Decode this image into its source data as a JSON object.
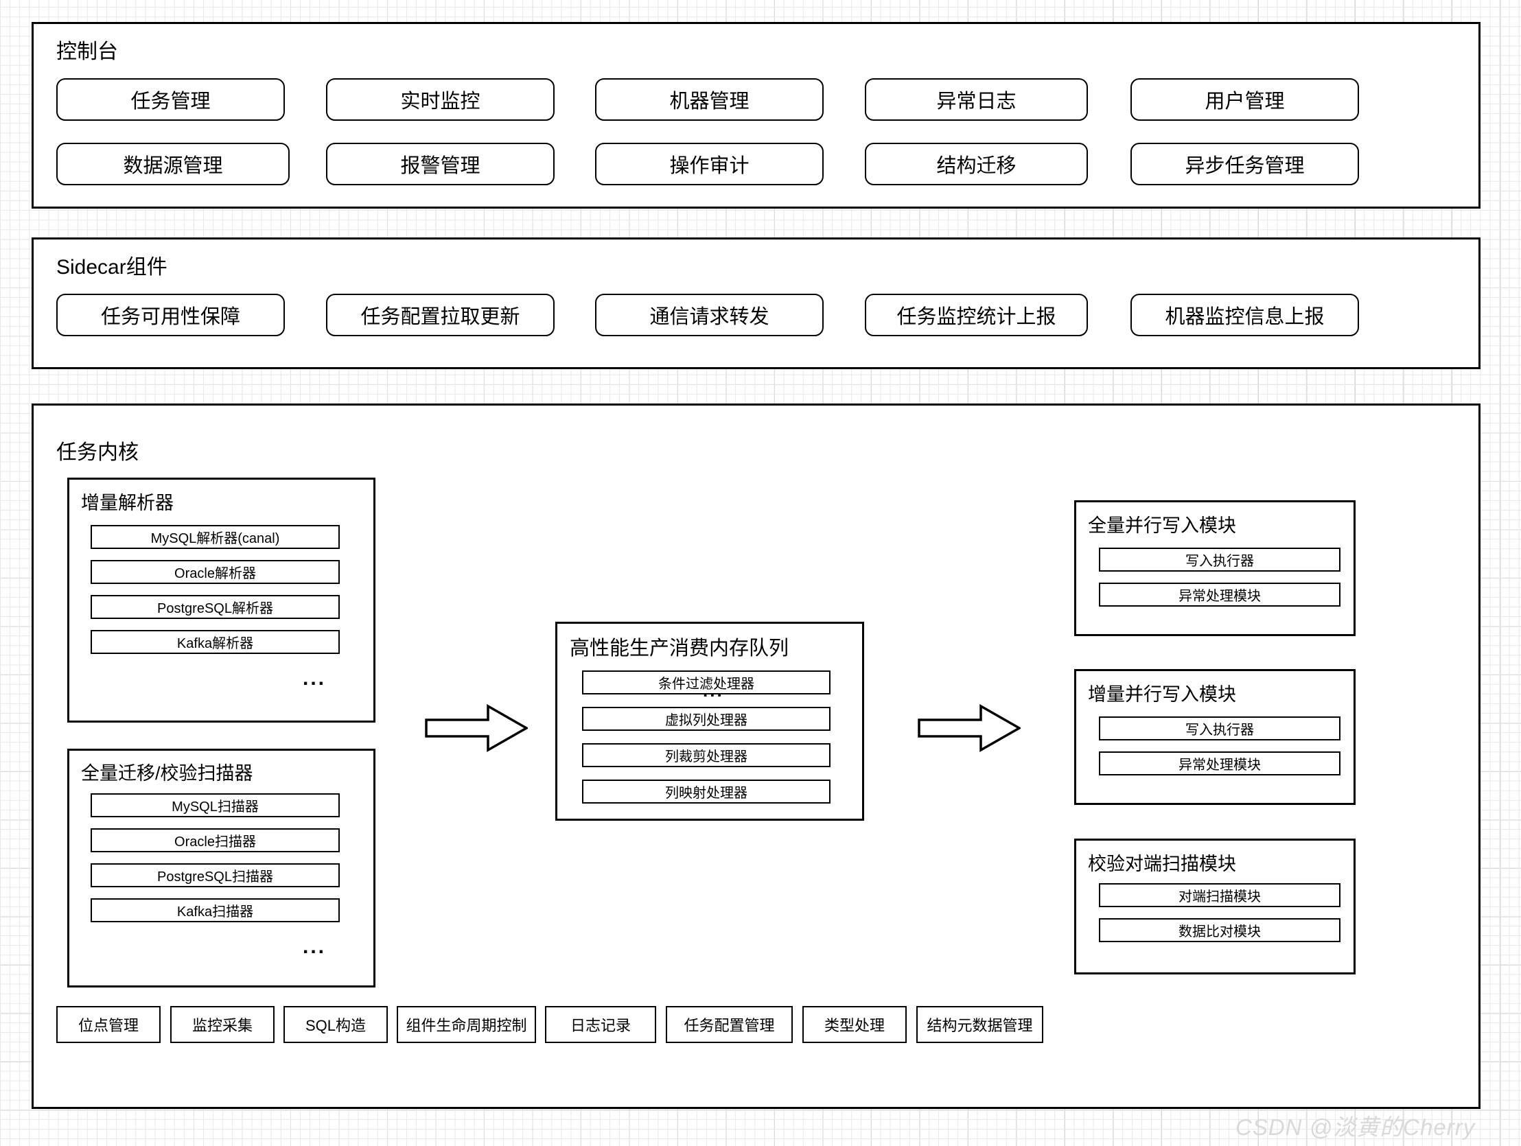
{
  "diagram": {
    "watermark": "CSDN @淡黄的Cherry"
  },
  "console": {
    "title": "控制台",
    "row1": [
      {
        "label": "任务管理"
      },
      {
        "label": "实时监控"
      },
      {
        "label": "机器管理"
      },
      {
        "label": "异常日志"
      },
      {
        "label": "用户管理"
      }
    ],
    "row2": [
      {
        "label": "数据源管理"
      },
      {
        "label": "报警管理"
      },
      {
        "label": "操作审计"
      },
      {
        "label": "结构迁移"
      },
      {
        "label": "异步任务管理"
      }
    ]
  },
  "sidecar": {
    "title": "Sidecar组件",
    "items": [
      {
        "label": "任务可用性保障"
      },
      {
        "label": "任务配置拉取更新"
      },
      {
        "label": "通信请求转发"
      },
      {
        "label": "任务监控统计上报"
      },
      {
        "label": "机器监控信息上报"
      }
    ]
  },
  "kernel": {
    "title": "任务内核",
    "incremental_parser": {
      "title": "增量解析器",
      "items": [
        {
          "label": "MySQL解析器(canal)"
        },
        {
          "label": "Oracle解析器"
        },
        {
          "label": "PostgreSQL解析器"
        },
        {
          "label": "Kafka解析器"
        }
      ],
      "more": "..."
    },
    "full_scanner": {
      "title": "全量迁移/校验扫描器",
      "items": [
        {
          "label": "MySQL扫描器"
        },
        {
          "label": "Oracle扫描器"
        },
        {
          "label": "PostgreSQL扫描器"
        },
        {
          "label": "Kafka扫描器"
        }
      ],
      "more": "..."
    },
    "queue": {
      "title": "高性能生产消费内存队列",
      "items": [
        {
          "label": "条件过滤处理器"
        },
        {
          "label": "虚拟列处理器"
        },
        {
          "label": "列裁剪处理器"
        },
        {
          "label": "列映射处理器"
        }
      ],
      "more": "..."
    },
    "full_writer": {
      "title": "全量并行写入模块",
      "items": [
        {
          "label": "写入执行器"
        },
        {
          "label": "异常处理模块"
        }
      ]
    },
    "incremental_writer": {
      "title": "增量并行写入模块",
      "items": [
        {
          "label": "写入执行器"
        },
        {
          "label": "异常处理模块"
        }
      ]
    },
    "verify_scanner": {
      "title": "校验对端扫描模块",
      "items": [
        {
          "label": "对端扫描模块"
        },
        {
          "label": "数据比对模块"
        }
      ]
    },
    "common_modules": [
      {
        "label": "位点管理"
      },
      {
        "label": "监控采集"
      },
      {
        "label": "SQL构造"
      },
      {
        "label": "组件生命周期控制"
      },
      {
        "label": "日志记录"
      },
      {
        "label": "任务配置管理"
      },
      {
        "label": "类型处理"
      },
      {
        "label": "结构元数据管理"
      }
    ]
  }
}
